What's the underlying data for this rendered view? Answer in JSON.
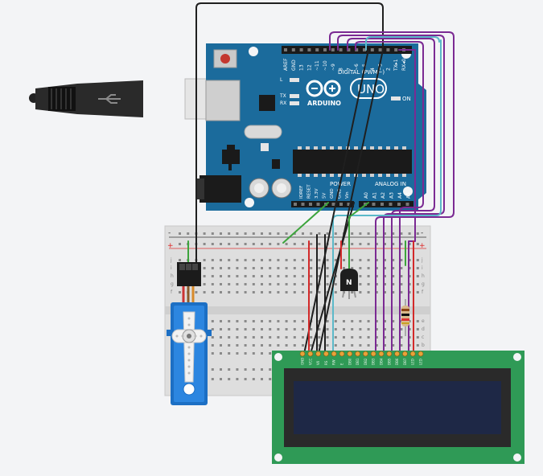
{
  "board": {
    "brand": "ARDUINO",
    "model": "UNO",
    "digital_header": "DIGITAL (PWM~)",
    "power_header": "POWER",
    "analog_header": "ANALOG IN",
    "on_label": "ON",
    "led_labels": [
      "L",
      "TX",
      "RX"
    ],
    "digital_pins": [
      "AREF",
      "GND",
      "13",
      "12",
      "~11",
      "~10",
      "~9",
      "8",
      "7",
      "~6",
      "~5",
      "4",
      "~3",
      "2",
      "TX▸1",
      "RX◂0"
    ],
    "power_pins": [
      "IOREF",
      "RESET",
      "3.3V",
      "5V",
      "GND",
      "GND",
      "Vin"
    ],
    "analog_pins": [
      "A0",
      "A1",
      "A2",
      "A3",
      "A4",
      "A5"
    ]
  },
  "breadboard": {
    "rail_plus": "+",
    "rail_minus": "-",
    "row_letters_top": [
      "j",
      "i",
      "h",
      "g",
      "f"
    ],
    "row_letters_bottom": [
      "e",
      "d",
      "c",
      "b",
      "a"
    ]
  },
  "transistor": {
    "label": "N"
  },
  "lcd": {
    "pins": [
      "GND",
      "VCC",
      "V0",
      "RS",
      "RW",
      "E",
      "DB0",
      "DB1",
      "DB2",
      "DB3",
      "DB4",
      "DB5",
      "DB6",
      "DB7",
      "LED",
      "LED"
    ]
  },
  "colors": {
    "board": "#1b6b9c",
    "wire_black": "#1f1f1f",
    "wire_purple": "#7b2a93",
    "wire_cyan": "#5bb9c9",
    "wire_green": "#3ca43c",
    "wire_red": "#d22a2a",
    "lcd_green": "#2f9a56",
    "lcd_screen": "#1e2846"
  }
}
